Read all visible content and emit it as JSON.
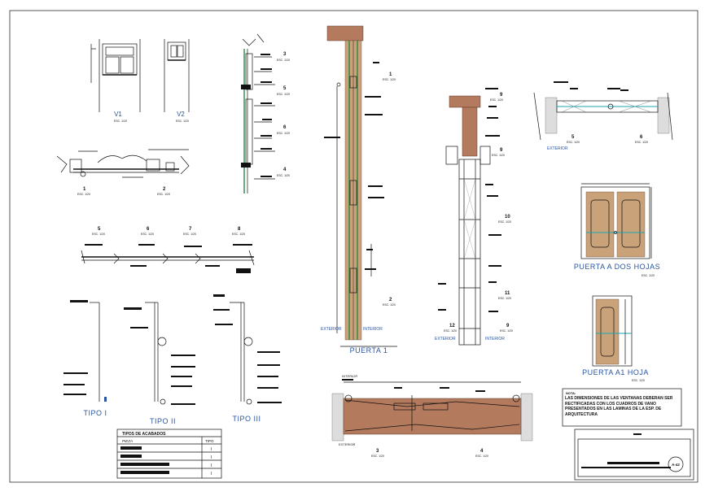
{
  "labels": {
    "v1": "V1",
    "v2": "V2",
    "puerta1": "PUERTA 1",
    "puerta_dos_hojas": "PUERTA A DOS HOJAS",
    "puerta_una_hoja": "PUERTA A1 HOJA",
    "tipo1": "TIPO I",
    "tipo2": "TIPO II",
    "tipo3": "TIPO III",
    "exterior": "EXTERIOR",
    "interior": "INTERIOR"
  },
  "section_numbers": {
    "s1": "1",
    "s2": "2",
    "s3": "3",
    "s4": "4",
    "s5": "5",
    "s6": "6",
    "s7": "7",
    "s8": "8",
    "s9": "9",
    "s10": "10",
    "s11": "11",
    "s12": "12"
  },
  "scale_text": "ESC. 1/20",
  "table": {
    "title": "TIPOS DE ACABADOS",
    "col1": "PIEZA",
    "col2": "TIPO",
    "values": [
      "I",
      "I",
      "I",
      "I"
    ]
  },
  "note": {
    "title": "NOTA:",
    "body": "LAS DIMENSIONES DE LAS VENTANAS DEBERAN SER RECTIFICADAS CON LOS CUADROS DE VANO PRESENTADOS EN LAS LAMINAS DE LA ESP. DE ARQUITECTURA"
  },
  "title_block": {
    "sheet": "A-42"
  },
  "colors": {
    "wood": "#b37a5e",
    "label_blue": "#2a55a0",
    "weld_green": "#2a8a44",
    "glass_cyan": "#1aa6b0"
  }
}
